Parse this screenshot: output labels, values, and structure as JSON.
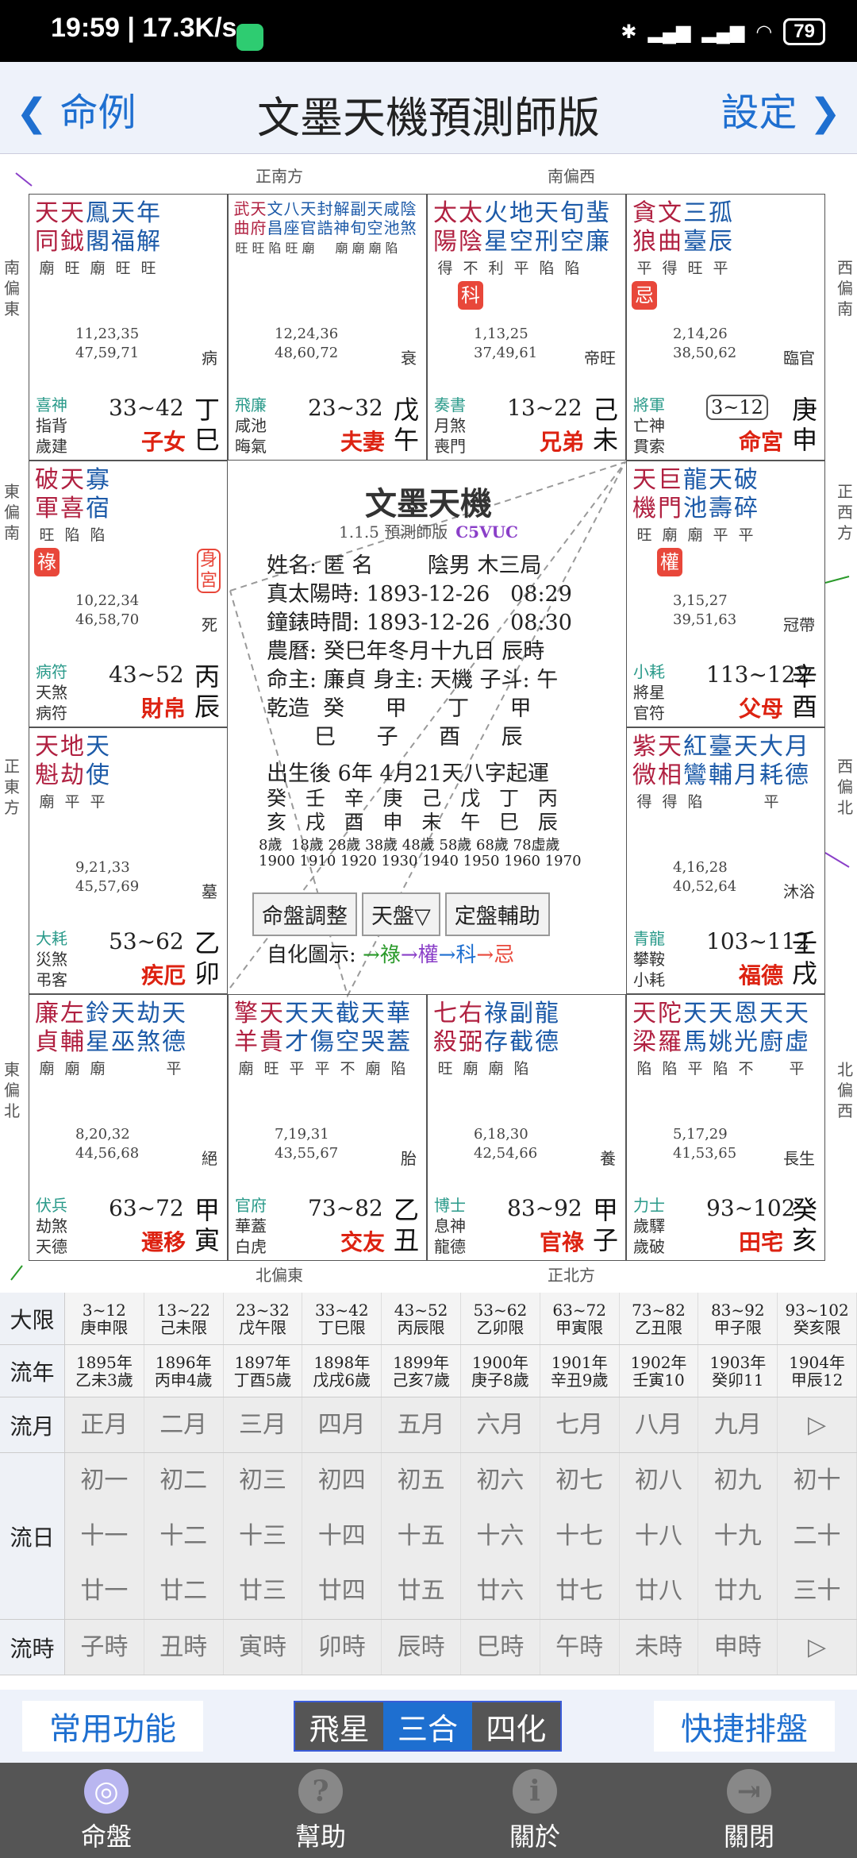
{
  "status": {
    "time_speed": "19:59 | 17.3K/s",
    "battery": "79"
  },
  "header": {
    "back": "命例",
    "title": "文墨天機預測師版",
    "settings": "設定"
  },
  "directions": {
    "top_left": "正南方",
    "top_right": "南偏西",
    "bottom_left": "北偏東",
    "bottom_right": "正北方",
    "left1": "南偏東",
    "left2": "東偏南",
    "left3": "正東方",
    "left4": "東偏北",
    "right1": "西偏南",
    "right2": "正西方",
    "right3": "西偏北",
    "right4": "北偏西"
  },
  "cells": [
    {
      "id": "si",
      "stars": [
        "天",
        "天",
        "鳳",
        "天",
        "年"
      ],
      "stars2": [
        "同",
        "鉞",
        "閣",
        "福",
        "解"
      ],
      "bright": [
        "廟",
        "旺",
        "廟",
        "旺",
        "旺"
      ],
      "hua": "",
      "nums1": "11,23,35",
      "nums2": "47,59,71",
      "state": "病",
      "g1": "喜神",
      "g2": "指背",
      "g3": "歲建",
      "range": "33~42",
      "palace": "子女",
      "gan": "丁",
      "zhi": "巳"
    },
    {
      "id": "wu",
      "stars": [
        "武",
        "天",
        "文",
        "八",
        "天",
        "封",
        "解",
        "副",
        "天",
        "咸",
        "陰"
      ],
      "stars2": [
        "曲",
        "府",
        "昌",
        "座",
        "官",
        "誥",
        "神",
        "旬",
        "空",
        "池",
        "煞"
      ],
      "bright": [
        "旺",
        "旺",
        "陷",
        "旺",
        "廟",
        "",
        "廟",
        "廟",
        "廟",
        "陷",
        ""
      ],
      "hua": "",
      "nums1": "12,24,36",
      "nums2": "48,60,72",
      "state": "衰",
      "g1": "飛廉",
      "g2": "咸池",
      "g3": "晦氣",
      "range": "23~32",
      "palace": "夫妻",
      "gan": "戊",
      "zhi": "午"
    },
    {
      "id": "wei",
      "stars": [
        "太",
        "太",
        "火",
        "地",
        "天",
        "旬",
        "蜚"
      ],
      "stars2": [
        "陽",
        "陰",
        "星",
        "空",
        "刑",
        "空",
        "廉"
      ],
      "bright": [
        "得",
        "不",
        "利",
        "平",
        "陷",
        "陷",
        ""
      ],
      "hua": "科",
      "nums1": "1,13,25",
      "nums2": "37,49,61",
      "state": "帝旺",
      "g1": "奏書",
      "g2": "月煞",
      "g3": "喪門",
      "range": "13~22",
      "palace": "兄弟",
      "gan": "己",
      "zhi": "未"
    },
    {
      "id": "shen",
      "stars": [
        "貪",
        "文",
        "三",
        "孤"
      ],
      "stars2": [
        "狼",
        "曲",
        "臺",
        "辰"
      ],
      "bright": [
        "平",
        "得",
        "旺",
        "平"
      ],
      "hua": "忌",
      "nums1": "2,14,26",
      "nums2": "38,50,62",
      "state": "臨官",
      "g1": "將軍",
      "g2": "亡神",
      "g3": "貫索",
      "range": "3~12",
      "palace": "命宮",
      "gan": "庚",
      "zhi": "申"
    },
    {
      "id": "chen",
      "stars": [
        "破",
        "天",
        "寡"
      ],
      "stars2": [
        "軍",
        "喜",
        "宿"
      ],
      "bright": [
        "旺",
        "陷",
        "陷"
      ],
      "hua": "祿",
      "nums1": "10,22,34",
      "nums2": "46,58,70",
      "state": "死",
      "g1": "病符",
      "g2": "天煞",
      "g3": "病符",
      "range": "43~52",
      "palace": "財帛",
      "gan": "丙",
      "zhi": "辰",
      "shen_gong": "身宮"
    },
    {
      "id": "you",
      "stars": [
        "天",
        "巨",
        "龍",
        "天",
        "破"
      ],
      "stars2": [
        "機",
        "門",
        "池",
        "壽",
        "碎"
      ],
      "bright": [
        "旺",
        "廟",
        "廟",
        "平",
        "平"
      ],
      "hua": "權",
      "nums1": "3,15,27",
      "nums2": "39,51,63",
      "state": "冠帶",
      "g1": "小耗",
      "g2": "將星",
      "g3": "官符",
      "range": "113~122",
      "palace": "父母",
      "gan": "辛",
      "zhi": "酉"
    },
    {
      "id": "mao",
      "stars": [
        "天",
        "地",
        "天"
      ],
      "stars2": [
        "魁",
        "劫",
        "使"
      ],
      "bright": [
        "廟",
        "平",
        "平"
      ],
      "hua": "",
      "nums1": "9,21,33",
      "nums2": "45,57,69",
      "state": "墓",
      "g1": "大耗",
      "g2": "災煞",
      "g3": "弔客",
      "range": "53~62",
      "palace": "疾厄",
      "gan": "乙",
      "zhi": "卯"
    },
    {
      "id": "xu",
      "stars": [
        "紫",
        "天",
        "紅",
        "臺",
        "天",
        "大",
        "月"
      ],
      "stars2": [
        "微",
        "相",
        "鸞",
        "輔",
        "月",
        "耗",
        "德"
      ],
      "bright": [
        "得",
        "得",
        "陷",
        "",
        "",
        "平",
        ""
      ],
      "hua": "",
      "nums1": "4,16,28",
      "nums2": "40,52,64",
      "state": "沐浴",
      "g1": "青龍",
      "g2": "攀鞍",
      "g3": "小耗",
      "range": "103~112",
      "palace": "福德",
      "gan": "壬",
      "zhi": "戌"
    },
    {
      "id": "yin",
      "stars": [
        "廉",
        "左",
        "鈴",
        "天",
        "劫",
        "天"
      ],
      "stars2": [
        "貞",
        "輔",
        "星",
        "巫",
        "煞",
        "德"
      ],
      "bright": [
        "廟",
        "廟",
        "廟",
        "",
        "",
        "平"
      ],
      "hua": "",
      "nums1": "8,20,32",
      "nums2": "44,56,68",
      "state": "絕",
      "g1": "伏兵",
      "g2": "劫煞",
      "g3": "天德",
      "range": "63~72",
      "palace": "遷移",
      "gan": "甲",
      "zhi": "寅"
    },
    {
      "id": "chou",
      "stars": [
        "擎",
        "天",
        "天",
        "天",
        "截",
        "天",
        "華"
      ],
      "stars2": [
        "羊",
        "貴",
        "才",
        "傷",
        "空",
        "哭",
        "蓋"
      ],
      "bright": [
        "廟",
        "旺",
        "平",
        "平",
        "不",
        "廟",
        "陷"
      ],
      "hua": "",
      "nums1": "7,19,31",
      "nums2": "43,55,67",
      "state": "胎",
      "g1": "官府",
      "g2": "華蓋",
      "g3": "白虎",
      "range": "73~82",
      "palace": "交友",
      "gan": "乙",
      "zhi": "丑"
    },
    {
      "id": "zi",
      "stars": [
        "七",
        "右",
        "祿",
        "副",
        "龍"
      ],
      "stars2": [
        "殺",
        "弼",
        "存",
        "截",
        "德"
      ],
      "bright": [
        "旺",
        "廟",
        "廟",
        "陷",
        ""
      ],
      "hua": "",
      "nums1": "6,18,30",
      "nums2": "42,54,66",
      "state": "養",
      "g1": "博士",
      "g2": "息神",
      "g3": "龍德",
      "range": "83~92",
      "palace": "官祿",
      "gan": "甲",
      "zhi": "子"
    },
    {
      "id": "hai",
      "stars": [
        "天",
        "陀",
        "天",
        "天",
        "恩",
        "天",
        "天"
      ],
      "stars2": [
        "梁",
        "羅",
        "馬",
        "姚",
        "光",
        "廚",
        "虛"
      ],
      "bright": [
        "陷",
        "陷",
        "平",
        "陷",
        "不",
        "",
        "平"
      ],
      "hua": "",
      "nums1": "5,17,29",
      "nums2": "41,53,65",
      "state": "長生",
      "g1": "力士",
      "g2": "歲驛",
      "g3": "歲破",
      "range": "93~102",
      "palace": "田宅",
      "gan": "癸",
      "zhi": "亥"
    }
  ],
  "center": {
    "title": "文墨天機",
    "version": "1.1.5 預測師版",
    "code": "C5VUC",
    "name": "姓名: 匿 名        陰男 木三局",
    "solar": "真太陽時: 1893-12-26   08:29",
    "clock": "鐘錶時間: 1893-12-26   08:30",
    "lunar": "農曆: 癸巳年冬月十九日 辰時",
    "ming": "命主: 廉貞 身主: 天機 子斗: 午",
    "qz1": "乾造  癸      甲      丁      甲",
    "qz2": "       巳      子      酉      辰",
    "qiyun": "出生後 6年 4月21天八字起運",
    "dy1": "癸   壬   辛   庚   己   戊   丁   丙",
    "dy2": "亥   戌   酉   申   未   午   巳   辰",
    "ages": "8歲  18歲 28歲 38歲 48歲 58歲 68歲 78虛歲",
    "years": "1900 1910 1920 1930 1940 1950 1960 1970",
    "btn1": "命盤調整",
    "btn2": "天盤▽",
    "btn3": "定盤輔助",
    "auto_label": "自化圖示: ",
    "auto1": "→祿",
    "auto2": "→權",
    "auto3": "→科",
    "auto4": "→忌"
  },
  "grid": {
    "daxian_label": "大限",
    "daxian": [
      [
        "3~12",
        "庚申限"
      ],
      [
        "13~22",
        "己未限"
      ],
      [
        "23~32",
        "戊午限"
      ],
      [
        "33~42",
        "丁巳限"
      ],
      [
        "43~52",
        "丙辰限"
      ],
      [
        "53~62",
        "乙卯限"
      ],
      [
        "63~72",
        "甲寅限"
      ],
      [
        "73~82",
        "乙丑限"
      ],
      [
        "83~92",
        "甲子限"
      ],
      [
        "93~102",
        "癸亥限"
      ]
    ],
    "liunian_label": "流年",
    "liunian": [
      [
        "1895年",
        "乙未3歲"
      ],
      [
        "1896年",
        "丙申4歲"
      ],
      [
        "1897年",
        "丁酉5歲"
      ],
      [
        "1898年",
        "戊戌6歲"
      ],
      [
        "1899年",
        "己亥7歲"
      ],
      [
        "1900年",
        "庚子8歲"
      ],
      [
        "1901年",
        "辛丑9歲"
      ],
      [
        "1902年",
        "壬寅10"
      ],
      [
        "1903年",
        "癸卯11"
      ],
      [
        "1904年",
        "甲辰12"
      ]
    ],
    "liuyue_label": "流月",
    "liuyue": [
      "正月",
      "二月",
      "三月",
      "四月",
      "五月",
      "六月",
      "七月",
      "八月",
      "九月",
      "▷"
    ],
    "liuri_label": "流日",
    "liuri1": [
      "初一",
      "初二",
      "初三",
      "初四",
      "初五",
      "初六",
      "初七",
      "初八",
      "初九",
      "初十"
    ],
    "liuri2": [
      "十一",
      "十二",
      "十三",
      "十四",
      "十五",
      "十六",
      "十七",
      "十八",
      "十九",
      "二十"
    ],
    "liuri3": [
      "廿一",
      "廿二",
      "廿三",
      "廿四",
      "廿五",
      "廿六",
      "廿七",
      "廿八",
      "廿九",
      "三十"
    ],
    "liushi_label": "流時",
    "liushi": [
      "子時",
      "丑時",
      "寅時",
      "卯時",
      "辰時",
      "巳時",
      "午時",
      "未時",
      "申時",
      "▷"
    ]
  },
  "bottom": {
    "common": "常用功能",
    "seg1": "飛星",
    "seg2": "三合",
    "seg3": "四化",
    "quick": "快捷排盤"
  },
  "tabs": [
    "命盤",
    "幫助",
    "關於",
    "關閉"
  ]
}
